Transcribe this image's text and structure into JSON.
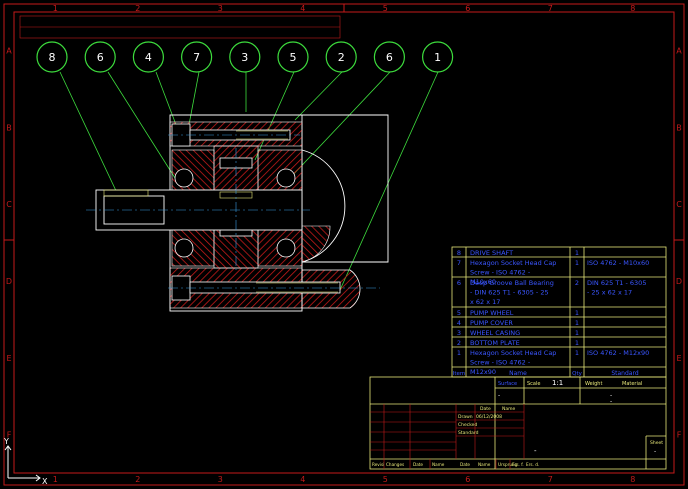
{
  "colors": {
    "background": "#000000",
    "frame": "#c41a1a",
    "balloon": "#3ddc3d",
    "part_outline": "#ffffff",
    "hatch": "#c41a1a",
    "centerline": "#3a9be0",
    "bom_text": "#3a56ff",
    "bom_lines": "#e8e87a"
  },
  "grid": {
    "columns": [
      "1",
      "2",
      "3",
      "4",
      "5",
      "6",
      "7",
      "8"
    ],
    "rows": [
      "A",
      "B",
      "C",
      "D",
      "E",
      "F"
    ]
  },
  "balloons": [
    "8",
    "6",
    "4",
    "7",
    "3",
    "5",
    "2",
    "6",
    "1"
  ],
  "bom": {
    "rows": [
      {
        "pos": "8",
        "name": "DRIVE SHAFT",
        "qty": "1",
        "std": ""
      },
      {
        "pos": "7",
        "name": "Hexagon Socket Head Cap Screw - ISO 4762 - M10x60",
        "qty": "1",
        "std": "ISO 4762 - M10x60"
      },
      {
        "pos": "6",
        "name": "Deep Groove Ball Bearing - DIN 625 T1 - 6305 - 25 x 62 x 17",
        "qty": "2",
        "std": "DIN 625 T1 - 6305 - 25 x 62 x 17"
      },
      {
        "pos": "5",
        "name": "PUMP WHEEL",
        "qty": "1",
        "std": ""
      },
      {
        "pos": "4",
        "name": "PUMP COVER",
        "qty": "1",
        "std": ""
      },
      {
        "pos": "3",
        "name": "WHEEL CASING",
        "qty": "1",
        "std": ""
      },
      {
        "pos": "2",
        "name": "BOTTOM PLATE",
        "qty": "1",
        "std": ""
      },
      {
        "pos": "1",
        "name": "Hexagon Socket Head Cap Screw - ISO 4762 - M12x90",
        "qty": "1",
        "std": "ISO 4762 - M12x90"
      }
    ],
    "header": {
      "pos": "Item",
      "name": "Name",
      "qty": "Qty",
      "std": "Standard"
    }
  },
  "title_block": {
    "surface_label": "Surface",
    "scale_label": "Scale",
    "scale_value": "1:1",
    "weight_label": "Weight",
    "material_label": "Material",
    "date_label": "Date",
    "name_label": "Name",
    "drawn_label": "Drawn",
    "drawn_date": "06/12/2008",
    "checked_label": "Checked",
    "standard_label": "Standard",
    "sheet_label": "Sheet",
    "dash": "-",
    "revision_labels": [
      "Revisi",
      "Changes",
      "Date",
      "Name",
      "Date",
      "Name",
      "Ursprung",
      "Ers. f.",
      "Ers. d."
    ]
  },
  "ucs": {
    "y": "Y",
    "x": "X"
  }
}
